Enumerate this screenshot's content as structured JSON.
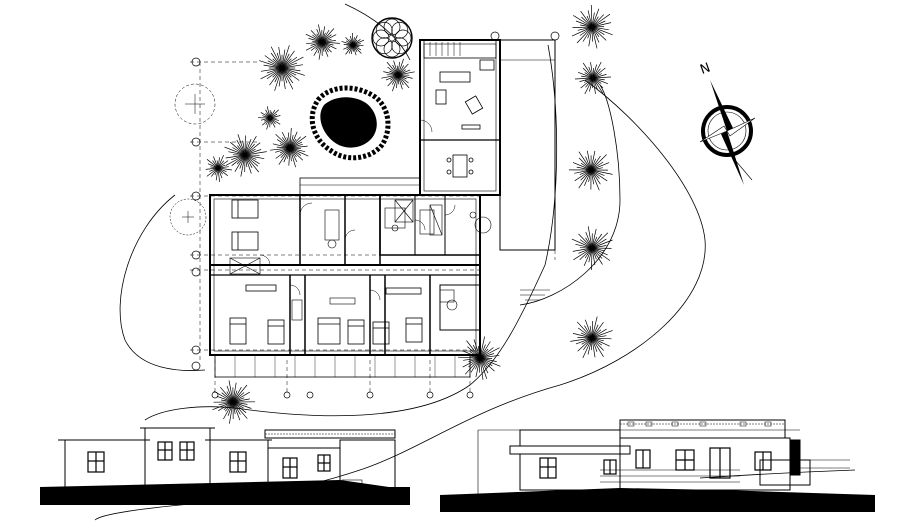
{
  "compass": {
    "north_label": "N"
  },
  "colors": {
    "ink": "#000000",
    "paper": "#ffffff",
    "pond": "#000000"
  },
  "views": {
    "plan": "site-floor-plan",
    "left_elevation": "front-elevation",
    "right_elevation": "side-elevation"
  }
}
